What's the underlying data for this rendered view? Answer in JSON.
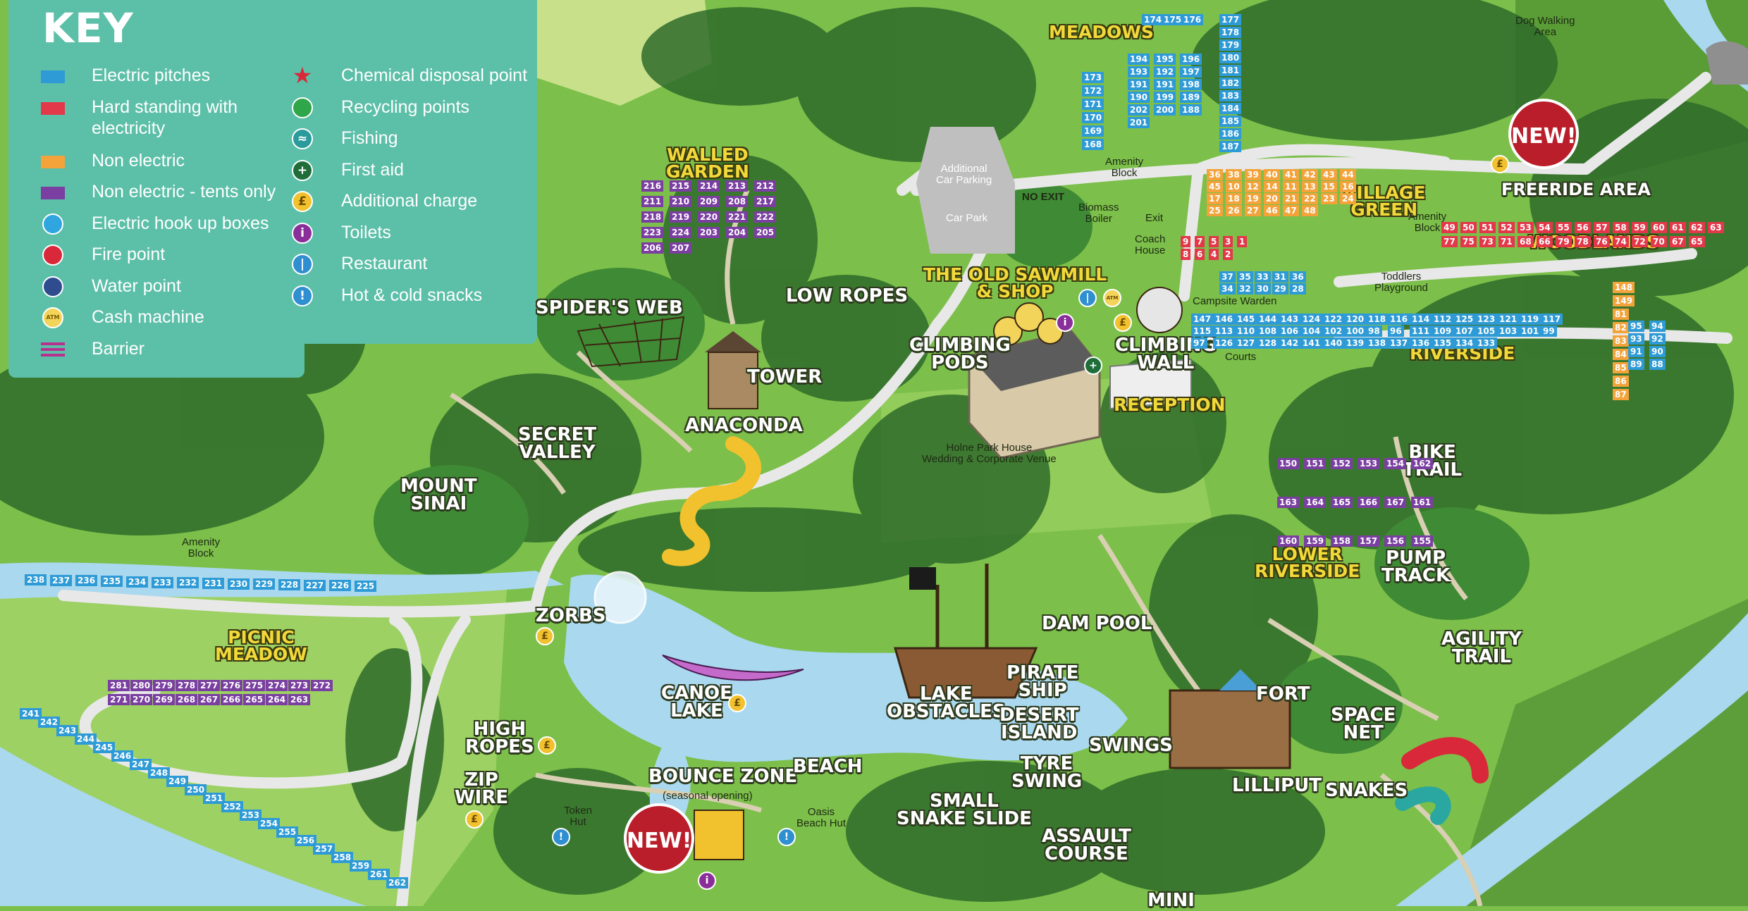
{
  "key": {
    "title": "KEY",
    "items_left": [
      {
        "label": "Electric pitches",
        "symbol": "swatch",
        "color": "#2f9bd6"
      },
      {
        "label": "Hard standing with\nelectricity",
        "symbol": "swatch",
        "color": "#e2384a"
      },
      {
        "label": "Non electric",
        "symbol": "swatch",
        "color": "#f3a33a"
      },
      {
        "label": "Non electric - tents only",
        "symbol": "swatch",
        "color": "#7a3fa0"
      },
      {
        "label": "Electric hook up boxes",
        "symbol": "circle",
        "color": "#2fa6e0"
      },
      {
        "label": "Fire point",
        "symbol": "circle",
        "color": "#d9283a"
      },
      {
        "label": "Water point",
        "symbol": "circle",
        "color": "#2f4c8f"
      },
      {
        "label": "Cash machine",
        "symbol": "atm",
        "color": "#f2d45a"
      },
      {
        "label": "Barrier",
        "symbol": "barrier",
        "color": "#b8308e"
      }
    ],
    "items_right": [
      {
        "label": "Chemical disposal point",
        "symbol": "star",
        "color": "#d9283a"
      },
      {
        "label": "Recycling points",
        "symbol": "circle",
        "color": "#2fa64a"
      },
      {
        "label": "Fishing",
        "symbol": "fishing-icon",
        "color": "#2a9a9a"
      },
      {
        "label": "First aid",
        "symbol": "first-aid-icon",
        "color": "#1f6e3a"
      },
      {
        "label": "Additional charge",
        "symbol": "pound-icon",
        "color": "#f2c12e"
      },
      {
        "label": "Toilets",
        "symbol": "toilets-icon",
        "color": "#8a2f9a"
      },
      {
        "label": "Restaurant",
        "symbol": "restaurant-icon",
        "color": "#2f8fd0"
      },
      {
        "label": "Hot & cold snacks",
        "symbol": "snacks-icon",
        "color": "#2f8fd0"
      }
    ],
    "atm_text": "ATM"
  },
  "badges": {
    "new": "NEW!"
  },
  "areas": {
    "meadows": "MEADOWS",
    "walled_garden": "WALLED\nGARDEN",
    "village_green": "VILLAGE\nGREEN",
    "freeride": "FREERIDE AREA",
    "woodlands": "WOODLANDS",
    "riverside": "RIVERSIDE",
    "old_sawmill": "THE OLD SAWMILL\n& SHOP",
    "reception": "RECEPTION",
    "lower_riverside": "LOWER\nRIVERSIDE",
    "picnic_meadow": "PICNIC\nMEADOW"
  },
  "attractions": {
    "spiders_web": "SPIDER'S WEB",
    "low_ropes": "LOW ROPES",
    "tower": "TOWER",
    "secret_valley": "SECRET\nVALLEY",
    "anaconda": "ANACONDA",
    "mount_sinai": "MOUNT\nSINAI",
    "climbing_pods": "CLIMBING\nPODS",
    "climbing_wall": "CLIMBING\nWALL",
    "bike_trail": "BIKE\nTRAIL",
    "pump_track": "PUMP\nTRACK",
    "agility_trail": "AGILITY\nTRAIL",
    "zorbs": "ZORBS",
    "canoe_lake": "CANOE\nLAKE",
    "lake_obstacles": "LAKE\nOBSTACLES",
    "pirate_ship": "PIRATE\nSHIP",
    "dam_pool": "DAM POOL",
    "desert_island": "DESERT\nISLAND",
    "fort": "FORT",
    "space_net": "SPACE\nNET",
    "high_ropes": "HIGH\nROPES",
    "zip_wire": "ZIP\nWIRE",
    "bounce_zone": "BOUNCE ZONE",
    "beach": "BEACH",
    "swings": "SWINGS",
    "tyre_swing": "TYRE\nSWING",
    "small_snake_slide": "SMALL\nSNAKE SLIDE",
    "assault_course": "ASSAULT\nCOURSE",
    "lilliput": "LILLIPUT",
    "snakes": "SNAKES",
    "mini": "MINI"
  },
  "facilities": {
    "dog_walking": "Dog Walking\nArea",
    "additional_car_parking": "Additional\nCar Parking",
    "car_park": "Car Park",
    "no_exit": "NO EXIT",
    "amenity_block_top": "Amenity\nBlock",
    "biomass_boiler": "Biomass\nBoiler",
    "exit": "Exit",
    "coach_house": "Coach\nHouse",
    "amenity_block_village": "Amenity\nBlock",
    "toddlers_playground": "Toddlers\nPlayground",
    "campsite_warden": "Campsite Warden",
    "tennis_courts": "Tennis\nCourts",
    "holne_park_house": "Holne Park House\nWedding & Corporate Venue",
    "amenity_block_left": "Amenity\nBlock",
    "seasonal_opening": "(seasonal opening)",
    "token_hut": "Token\nHut",
    "oasis_beach_hut": "Oasis\nBeach Hut"
  },
  "pitches": {
    "meadows_top": [
      "174",
      "175",
      "176",
      "177",
      "178",
      "179",
      "180",
      "181",
      "182",
      "183",
      "184",
      "185",
      "186",
      "187"
    ],
    "meadows_col_left": [
      "173",
      "172",
      "171",
      "170",
      "169",
      "168"
    ],
    "meadows_grid": [
      "194",
      "195",
      "196",
      "193",
      "192",
      "197",
      "191",
      "191",
      "198",
      "190",
      "199",
      "189",
      "202",
      "200",
      "188",
      "201"
    ],
    "walled_garden": [
      "216",
      "215",
      "214",
      "213",
      "212",
      "211",
      "210",
      "209",
      "208",
      "217",
      "218",
      "219",
      "220",
      "221",
      "222",
      "223",
      "224",
      "203",
      "204",
      "205",
      "206",
      "207"
    ],
    "village_orange": [
      "36",
      "38",
      "39",
      "40",
      "41",
      "42",
      "43",
      "44",
      "45",
      "10",
      "12",
      "14",
      "11",
      "13",
      "15",
      "16",
      "17",
      "18",
      "19",
      "20",
      "21",
      "22",
      "23",
      "24",
      "25",
      "26",
      "27",
      "46",
      "47",
      "48"
    ],
    "woodlands_red": [
      "49",
      "50",
      "51",
      "52",
      "53",
      "54",
      "55",
      "56",
      "57",
      "58",
      "59",
      "60",
      "61",
      "62",
      "63",
      "77",
      "75",
      "73",
      "71",
      "68",
      "66",
      "79",
      "78",
      "76",
      "74",
      "72",
      "70",
      "67",
      "65"
    ],
    "reception_red": [
      "9",
      "7",
      "5",
      "3",
      "1",
      "8",
      "6",
      "4",
      "2"
    ],
    "reception_blue": [
      "37",
      "35",
      "33",
      "31",
      "36",
      "34",
      "32",
      "30",
      "29",
      "28"
    ],
    "riverside_blue": [
      "147",
      "146",
      "145",
      "144",
      "143",
      "124",
      "122",
      "120",
      "118",
      "116",
      "114",
      "112",
      "125",
      "123",
      "121",
      "119",
      "117",
      "115",
      "113",
      "110",
      "108",
      "106",
      "104",
      "102",
      "100",
      "98",
      "96",
      "111",
      "109",
      "107",
      "105",
      "103",
      "101",
      "99",
      "97",
      "126",
      "127",
      "128",
      "142",
      "141",
      "140",
      "139",
      "138",
      "137",
      "136",
      "135",
      "134",
      "133"
    ],
    "riverside_orange": [
      "148",
      "149",
      "81",
      "82",
      "83",
      "84",
      "85",
      "86",
      "87"
    ],
    "riverside_right": [
      "95",
      "94",
      "93",
      "92",
      "91",
      "90",
      "89",
      "88"
    ],
    "lower_riverside_purple": [
      "150",
      "151",
      "152",
      "153",
      "154",
      "162",
      "163",
      "164",
      "165",
      "166",
      "167",
      "161",
      "160",
      "159",
      "158",
      "157",
      "156",
      "155"
    ],
    "river_left": [
      "238",
      "237",
      "236",
      "235",
      "234",
      "233",
      "232",
      "231",
      "230",
      "229",
      "228",
      "227",
      "226",
      "225"
    ],
    "picnic_meadow_purple": [
      "281",
      "280",
      "279",
      "278",
      "277",
      "276",
      "275",
      "274",
      "273",
      "272",
      "271",
      "270",
      "269",
      "268",
      "267",
      "266",
      "265",
      "264",
      "263"
    ],
    "picnic_meadow_blue": [
      "241",
      "242",
      "243",
      "244",
      "245",
      "246",
      "247",
      "248",
      "249",
      "250",
      "251",
      "252",
      "253",
      "254",
      "255",
      "256",
      "257",
      "258",
      "259",
      "261",
      "262"
    ]
  },
  "colors": {
    "grass": "#7cbf4a",
    "key_bg": "#5cbfa8",
    "water": "#a9d8ef",
    "path": "#d9cfb3",
    "road": "#e8e8e8",
    "forest": "#2f6b2a"
  }
}
